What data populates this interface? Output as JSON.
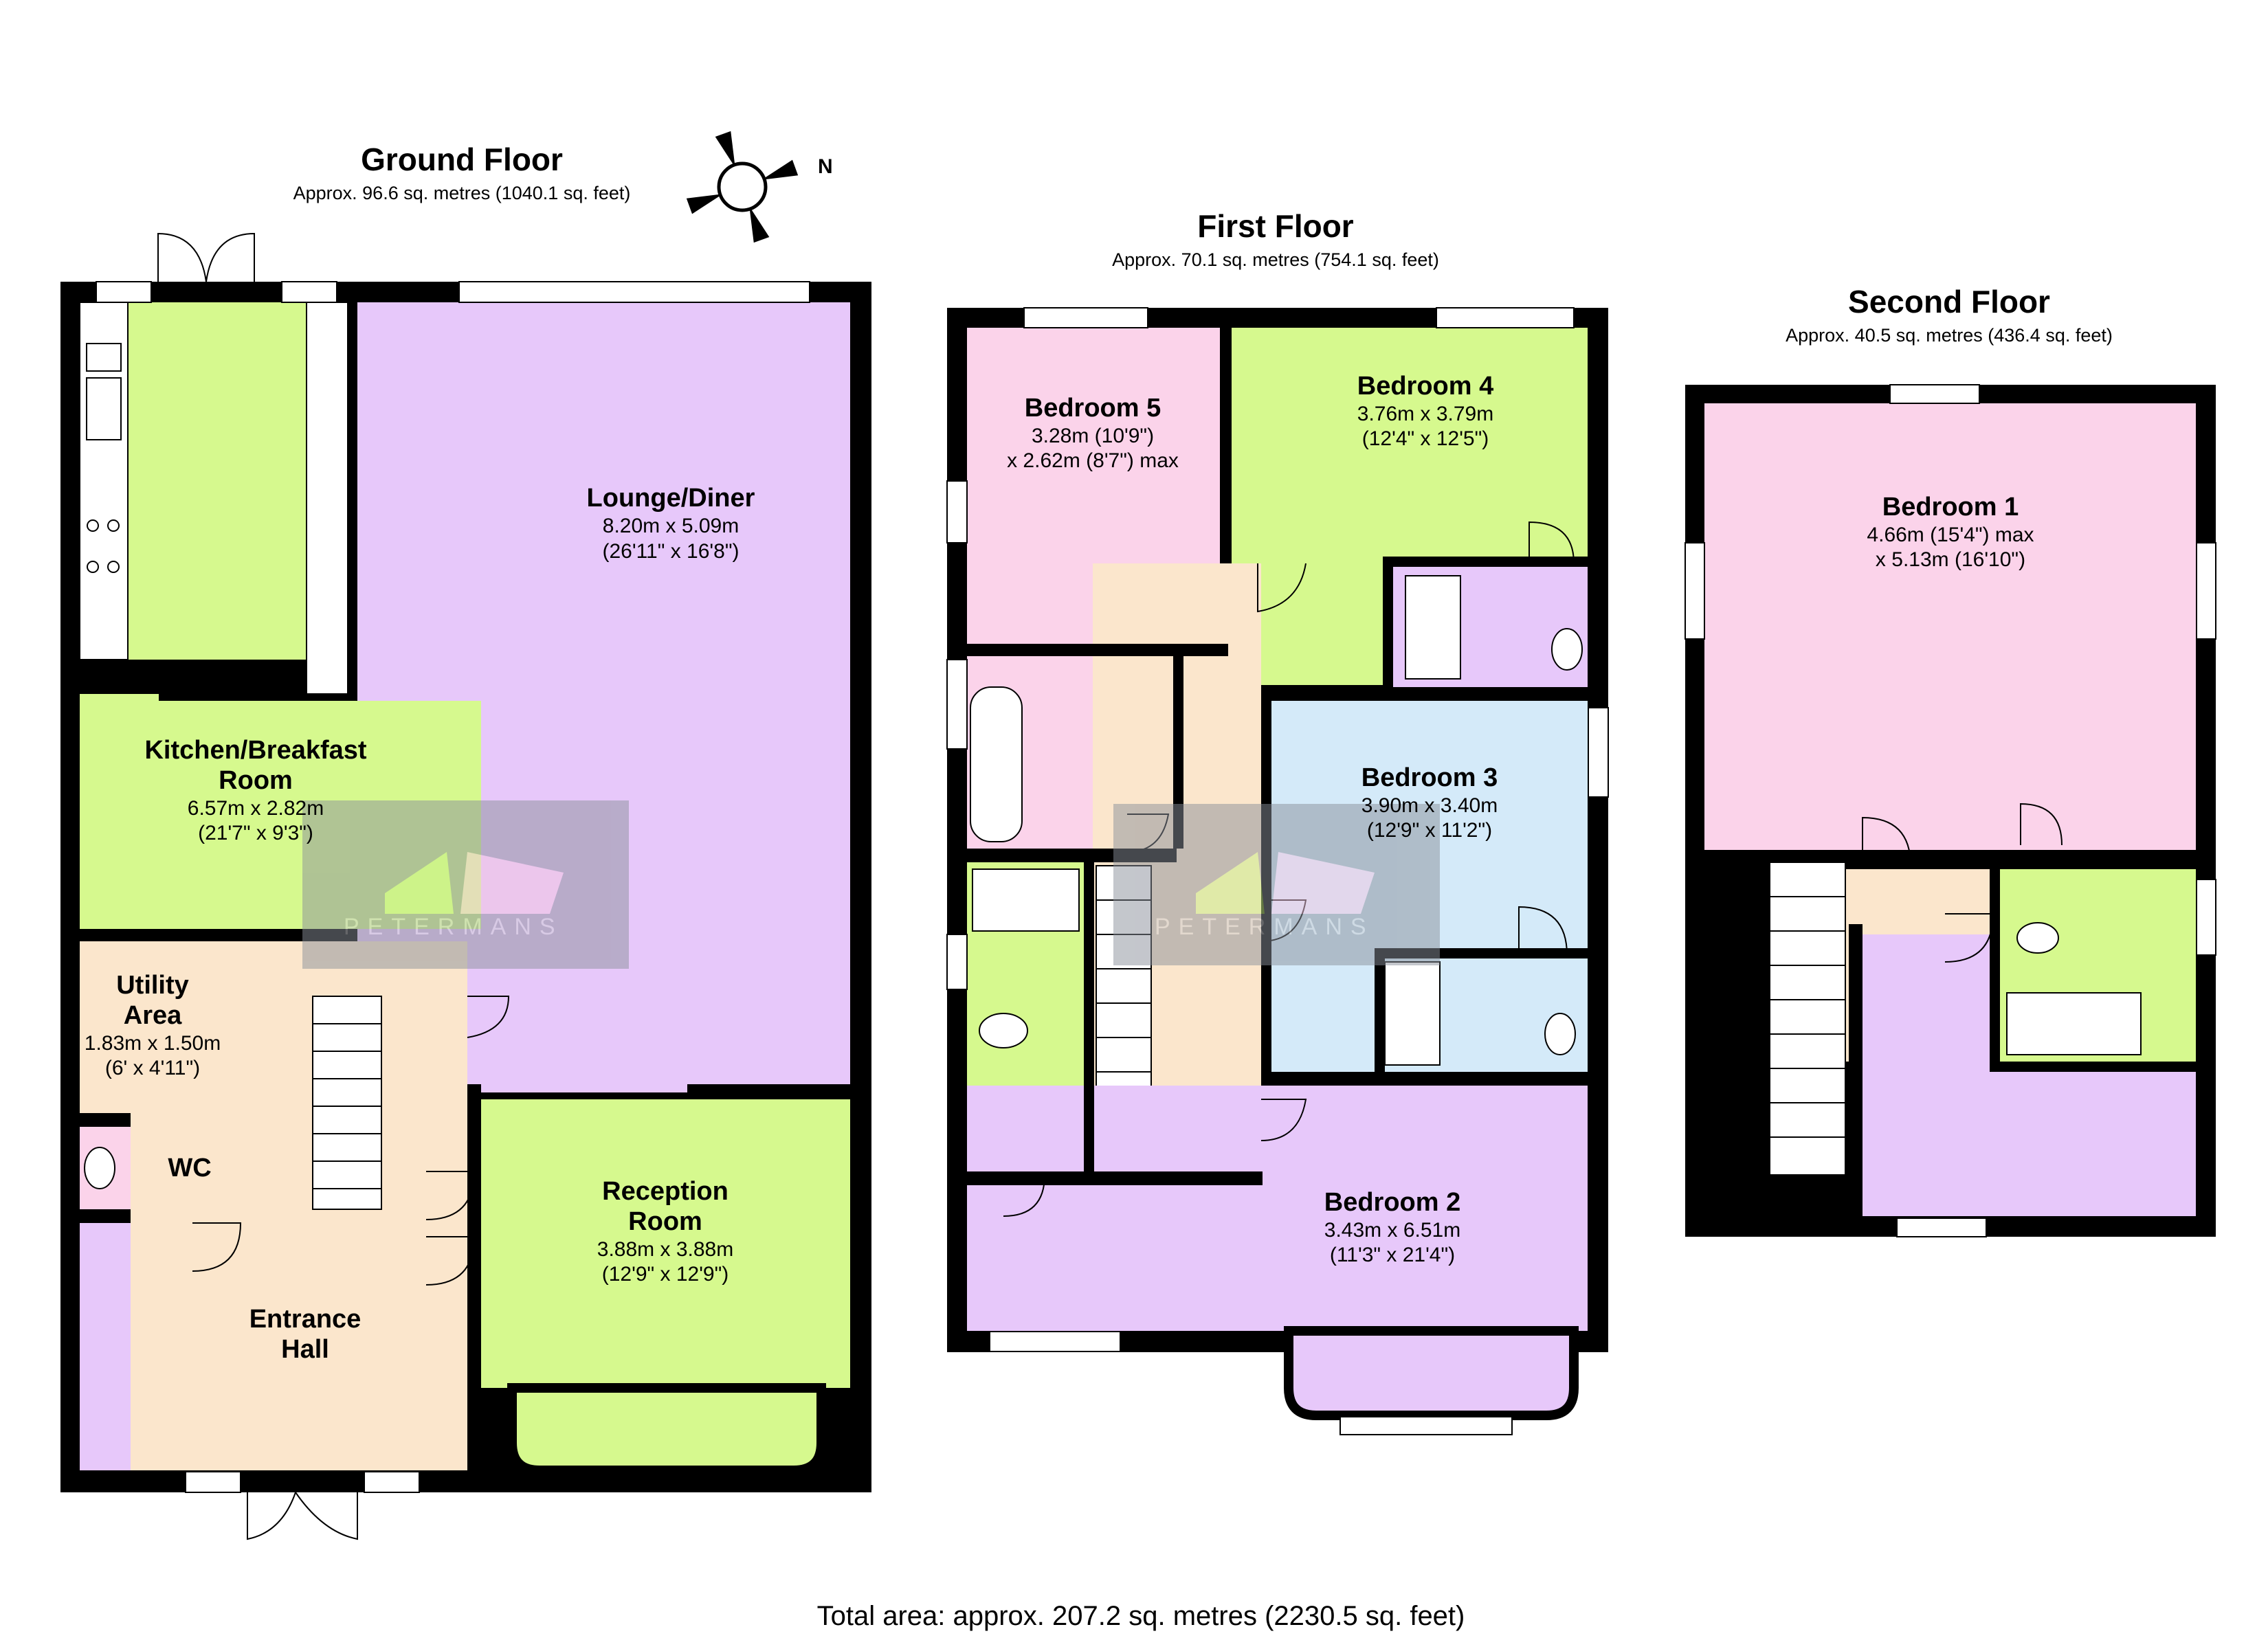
{
  "colors": {
    "lounge": "#e7c8fa",
    "kitchen": "#d6f98e",
    "hall": "#fbe6cc",
    "wc": "#fbd3ea",
    "blue": "#d4eaf9",
    "bedroom3": "#d4eaf9",
    "wall": "#000000",
    "watermark": "#8a8f9a"
  },
  "ground_floor": {
    "title": "Ground Floor",
    "area": "Approx. 96.6 sq. metres (1040.1 sq. feet)",
    "rooms": {
      "lounge": {
        "name": "Lounge/Diner",
        "dim1": "8.20m x 5.09m",
        "dim2": "(26'11\" x 16'8\")"
      },
      "kitchen": {
        "name1": "Kitchen/Breakfast",
        "name2": "Room",
        "dim1": "6.57m x 2.82m",
        "dim2": "(21'7\" x 9'3\")"
      },
      "utility": {
        "name1": "Utility",
        "name2": "Area",
        "dim1": "1.83m x 1.50m",
        "dim2": "(6' x 4'11\")"
      },
      "wc": {
        "name": "WC"
      },
      "entrance": {
        "name1": "Entrance",
        "name2": "Hall"
      },
      "reception": {
        "name1": "Reception",
        "name2": "Room",
        "dim1": "3.88m x 3.88m",
        "dim2": "(12'9\" x 12'9\")"
      }
    }
  },
  "first_floor": {
    "title": "First Floor",
    "area": "Approx. 70.1 sq. metres (754.1 sq. feet)",
    "rooms": {
      "bedroom5": {
        "name": "Bedroom 5",
        "dim1": "3.28m (10'9\")",
        "dim2": "x 2.62m (8'7\") max"
      },
      "bedroom4": {
        "name": "Bedroom 4",
        "dim1": "3.76m x 3.79m",
        "dim2": "(12'4\" x 12'5\")"
      },
      "bedroom3": {
        "name": "Bedroom 3",
        "dim1": "3.90m x 3.40m",
        "dim2": "(12'9\" x 11'2\")"
      },
      "bedroom2": {
        "name": "Bedroom 2",
        "dim1": "3.43m x 6.51m",
        "dim2": "(11'3\" x 21'4\")"
      }
    }
  },
  "second_floor": {
    "title": "Second Floor",
    "area": "Approx. 40.5 sq. metres (436.4 sq. feet)",
    "rooms": {
      "bedroom1": {
        "name": "Bedroom 1",
        "dim1": "4.66m (15'4\") max",
        "dim2": "x 5.13m (16'10\")"
      }
    }
  },
  "compass": {
    "label": "N",
    "icon": "compass-icon"
  },
  "watermark": {
    "text": "PETERMANS"
  },
  "total": "Total area: approx. 207.2 sq. metres (2230.5 sq. feet)"
}
